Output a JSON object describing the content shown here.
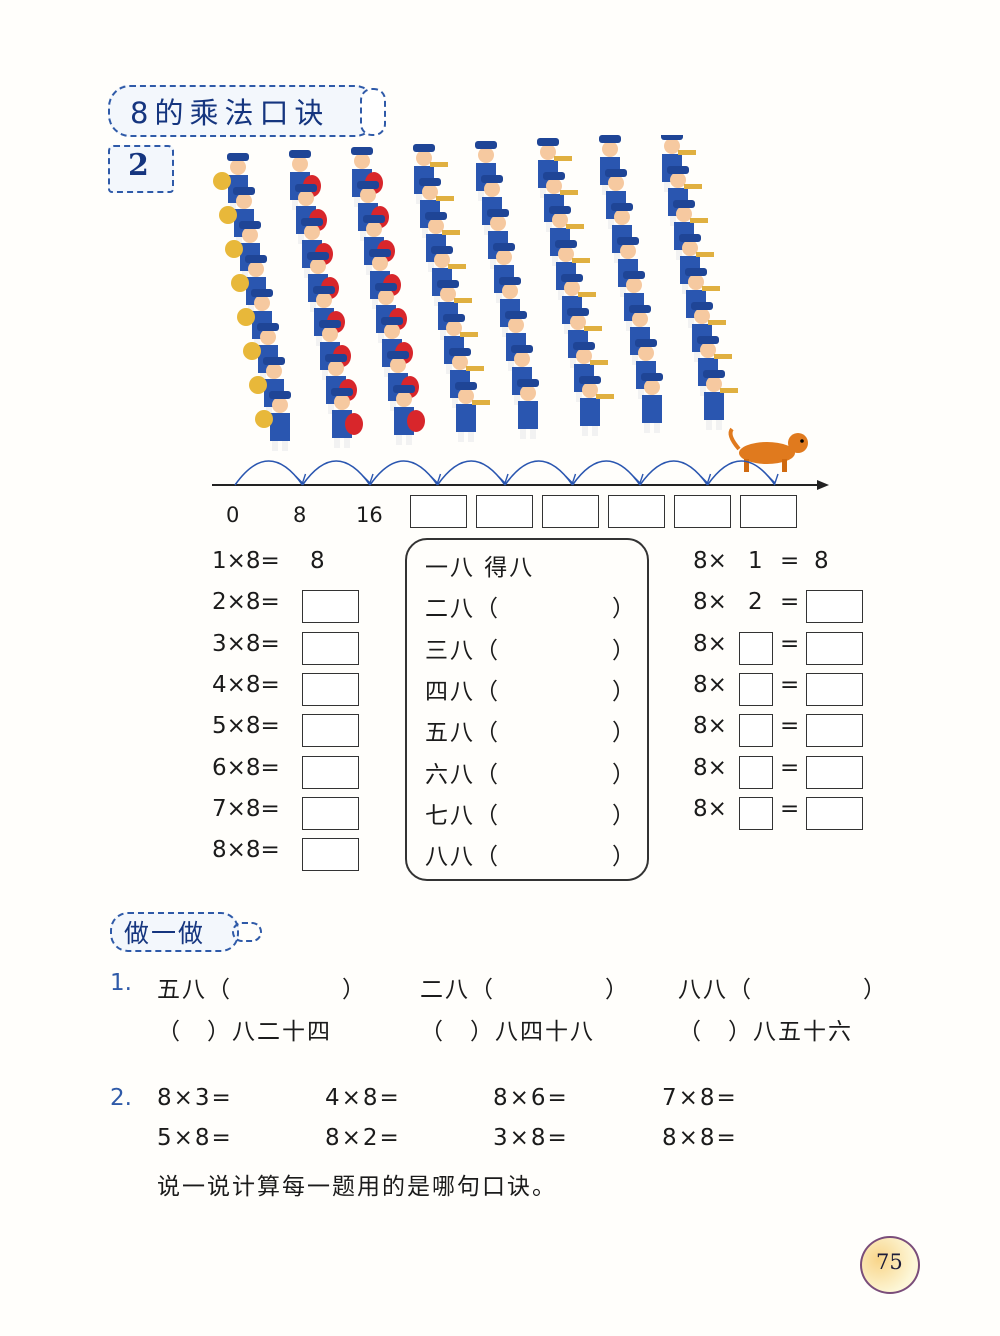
{
  "header": {
    "title": "8的乘法口诀",
    "example_number": "2"
  },
  "number_line": {
    "labels": [
      "0",
      "8",
      "16"
    ],
    "empty_boxes": 6
  },
  "left_equations": [
    "1×8=",
    "2×8=",
    "3×8=",
    "4×8=",
    "5×8=",
    "6×8=",
    "7×8=",
    "8×8="
  ],
  "left_first_answer": "8",
  "rhymes": {
    "first": "一八 得八",
    "items": [
      "二八（",
      "三八（",
      "四八（",
      "五八（",
      "六八（",
      "七八（",
      "八八（"
    ],
    "close_paren": "）"
  },
  "right_equations": {
    "first": {
      "left": "8×",
      "factor": "1",
      "eq": "=",
      "answer": "8"
    },
    "second": {
      "left": "8×",
      "factor": "2",
      "eq": "="
    },
    "rest_left": "8×",
    "rest_eq": "="
  },
  "practice": {
    "label": "做一做",
    "q1": {
      "number": "1.",
      "row1": [
        "五八（",
        "二八（",
        "八八（"
      ],
      "close_paren": "）",
      "row2": [
        "（　）八二十四",
        "（　）八四十八",
        "（　）八五十六"
      ]
    },
    "q2": {
      "number": "2.",
      "row1": [
        "8×3=",
        "4×8=",
        "8×6=",
        "7×8="
      ],
      "row2": [
        "5×8=",
        "8×2=",
        "3×8=",
        "8×8="
      ],
      "instruction": "说一说计算每一题用的是哪句口诀。"
    }
  },
  "page_number": "75",
  "colors": {
    "title_blue": "#15357f",
    "dash_blue": "#2f5aa8",
    "uniform_blue": "#2a56b0",
    "drum_red": "#d8262b"
  }
}
